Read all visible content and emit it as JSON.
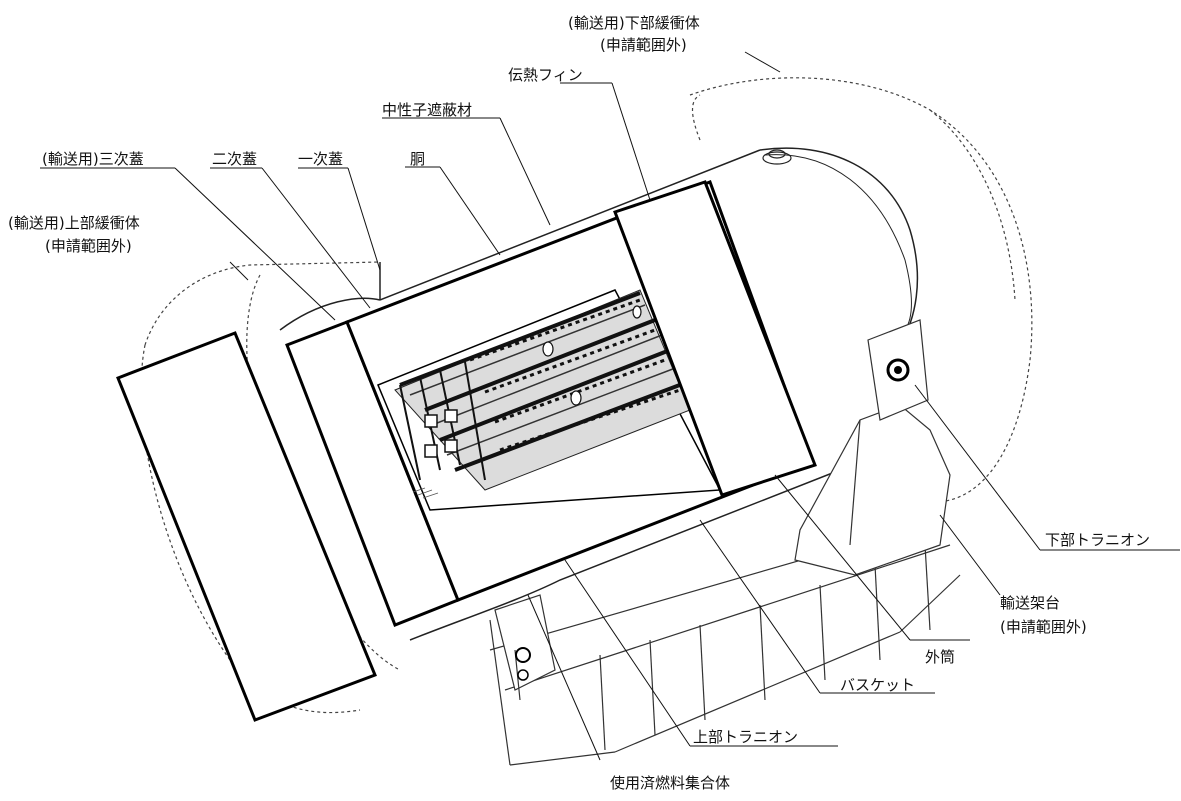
{
  "labels": {
    "lower_shock_absorber": "(輸送用)下部緩衝体",
    "lower_shock_absorber_note": "(申請範囲外)",
    "heat_transfer_fin": "伝熱フィン",
    "neutron_shield": "中性子遮蔽材",
    "body": "胴",
    "tertiary_lid": "(輸送用)三次蓋",
    "secondary_lid": "二次蓋",
    "primary_lid": "一次蓋",
    "upper_shock_absorber": "(輸送用)上部緩衝体",
    "upper_shock_absorber_note": "(申請範囲外)",
    "lower_trunnion": "下部トラニオン",
    "transport_frame": "輸送架台",
    "transport_frame_note": "(申請範囲外)",
    "outer_shell": "外筒",
    "basket": "バスケット",
    "upper_trunnion": "上部トラニオン",
    "spent_fuel_assembly": "使用済燃料集合体"
  }
}
